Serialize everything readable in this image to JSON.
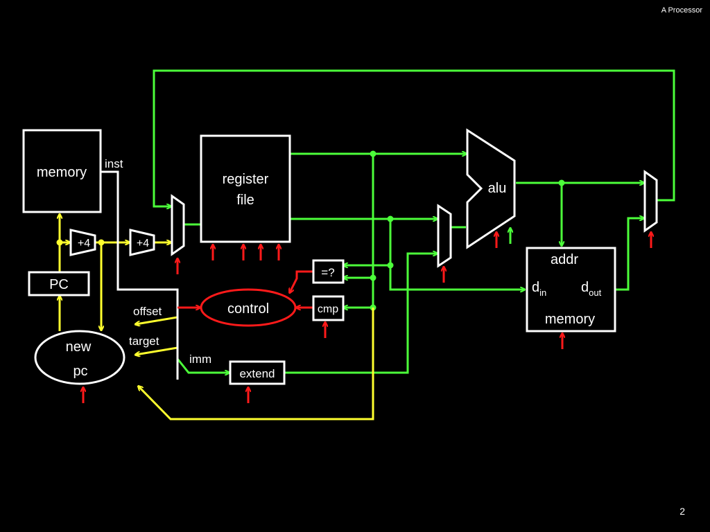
{
  "slide": {
    "title": "A Processor",
    "page_number": "2"
  },
  "colors": {
    "background": "#000000",
    "block": "#ffffff",
    "data_path": "#4cff3a",
    "pc_path": "#ffff2e",
    "control_path": "#ff1a1a"
  },
  "blocks": {
    "inst_memory": "memory",
    "register_file_line1": "register",
    "register_file_line2": "file",
    "pc": "PC",
    "new_pc_line1": "new",
    "new_pc_line2": "pc",
    "control": "control",
    "equal_compare": "=?",
    "compare": "cmp",
    "extend": "extend",
    "alu": "alu",
    "data_memory": "memory",
    "adder_1": "+4",
    "adder_2": "+4"
  },
  "ports": {
    "addr": "addr",
    "din_base": "d",
    "din_sub": "in",
    "dout_base": "d",
    "dout_sub": "out"
  },
  "signals": {
    "inst": "inst",
    "offset": "offset",
    "target": "target",
    "imm": "imm"
  }
}
